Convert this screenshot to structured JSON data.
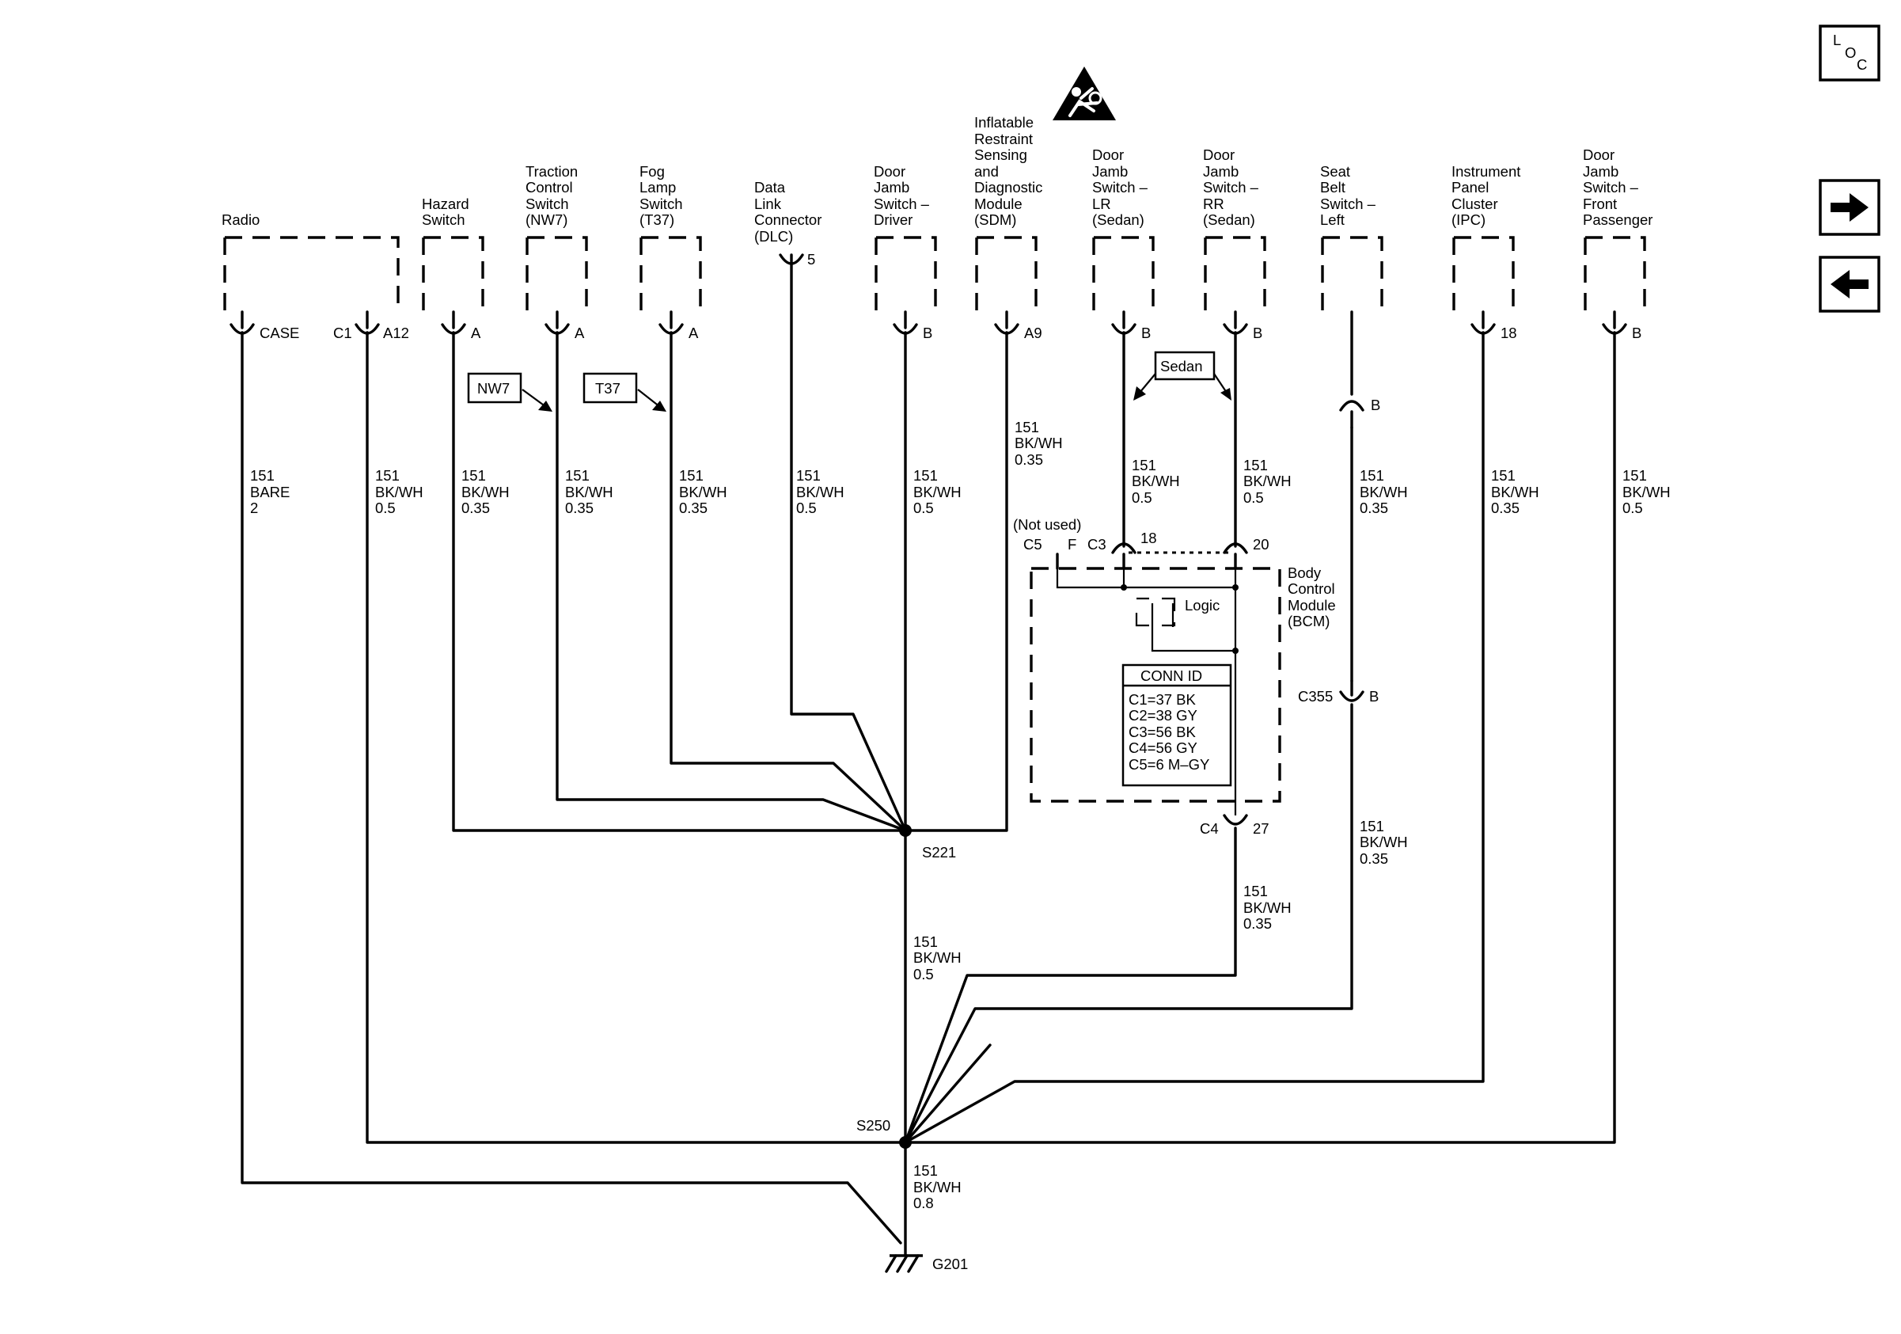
{
  "nav": {
    "loc_letters": [
      "L",
      "O",
      "C"
    ],
    "forward_arrow": "right-arrow-icon",
    "back_arrow": "left-arrow-icon"
  },
  "warning_icon": "airbag-warning-icon",
  "components": {
    "radio": "Radio",
    "hazard": [
      "Hazard",
      "Switch"
    ],
    "traction": [
      "Traction",
      "Control",
      "Switch",
      "(NW7)"
    ],
    "fog": [
      "Fog",
      "Lamp",
      "Switch",
      "(T37)"
    ],
    "dlc": [
      "Data",
      "Link",
      "Connector",
      "(DLC)"
    ],
    "door_driver": [
      "Door",
      "Jamb",
      "Switch –",
      "Driver"
    ],
    "sdm": [
      "Inflatable",
      "Restraint",
      "Sensing",
      "and",
      "Diagnostic",
      "Module",
      "(SDM)"
    ],
    "door_lr": [
      "Door",
      "Jamb",
      "Switch –",
      "LR",
      "(Sedan)"
    ],
    "door_rr": [
      "Door",
      "Jamb",
      "Switch –",
      "RR",
      "(Sedan)"
    ],
    "seat_belt": [
      "Seat",
      "Belt",
      "Switch –",
      "Left"
    ],
    "ipc": [
      "Instrument",
      "Panel",
      "Cluster",
      "(IPC)"
    ],
    "door_fp": [
      "Door",
      "Jamb",
      "Switch –",
      "Front",
      "Passenger"
    ],
    "bcm": [
      "Body",
      "Control",
      "Module",
      "(BCM)"
    ],
    "logic": "Logic"
  },
  "pins": {
    "radio_case": "CASE",
    "radio_conn": "C1",
    "radio_pin": "A12",
    "hazard": "A",
    "traction": "A",
    "fog": "A",
    "dlc": "5",
    "door_driver": "B",
    "sdm": "A9",
    "door_lr": "B",
    "door_rr": "B",
    "seat_belt": "B",
    "seat_belt_inline": "B",
    "ipc": "18",
    "door_fp": "B",
    "bcm_c5": "C5",
    "bcm_f": "F",
    "bcm_c3": "C3",
    "bcm_18": "18",
    "bcm_20": "20",
    "bcm_c4": "C4",
    "bcm_27": "27",
    "c355": "C355",
    "c355_pin": "B",
    "not_used": "(Not used)"
  },
  "options": {
    "nw7": "NW7",
    "t37": "T37",
    "sedan": "Sedan"
  },
  "wires": {
    "radio_case": [
      "151",
      "BARE",
      "2"
    ],
    "radio": [
      "151",
      "BK/WH",
      "0.5"
    ],
    "hazard": [
      "151",
      "BK/WH",
      "0.35"
    ],
    "traction": [
      "151",
      "BK/WH",
      "0.35"
    ],
    "fog": [
      "151",
      "BK/WH",
      "0.35"
    ],
    "dlc": [
      "151",
      "BK/WH",
      "0.5"
    ],
    "door_driver": [
      "151",
      "BK/WH",
      "0.5"
    ],
    "sdm": [
      "151",
      "BK/WH",
      "0.35"
    ],
    "door_lr": [
      "151",
      "BK/WH",
      "0.5"
    ],
    "door_rr": [
      "151",
      "BK/WH",
      "0.5"
    ],
    "seat_belt": [
      "151",
      "BK/WH",
      "0.35"
    ],
    "ipc": [
      "151",
      "BK/WH",
      "0.35"
    ],
    "door_fp": [
      "151",
      "BK/WH",
      "0.5"
    ],
    "s221_to_s250": [
      "151",
      "BK/WH",
      "0.5"
    ],
    "c355_to_s250": [
      "151",
      "BK/WH",
      "0.35"
    ],
    "bcm_to_s250": [
      "151",
      "BK/WH",
      "0.35"
    ],
    "s250_to_g201": [
      "151",
      "BK/WH",
      "0.8"
    ]
  },
  "conn_id": {
    "title": "CONN ID",
    "rows": [
      "C1=37 BK",
      "C2=38 GY",
      "C3=56 BK",
      "C4=56 GY",
      "C5=6 M–GY"
    ]
  },
  "splices": {
    "s221": "S221",
    "s250": "S250"
  },
  "ground": {
    "label": "G201",
    "icon": "ground-icon"
  }
}
